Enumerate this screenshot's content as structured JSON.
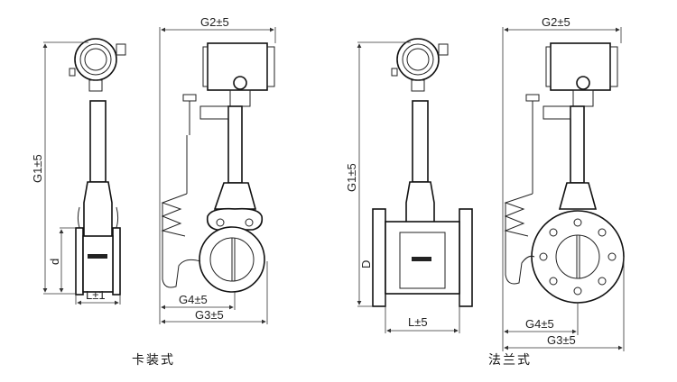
{
  "clamp": {
    "caption": "卡装式",
    "labels": {
      "g1": "G1±5",
      "g2": "G2±5",
      "g3": "G3±5",
      "g4": "G4±5",
      "diameter": "d",
      "length": "L±1"
    }
  },
  "flange": {
    "caption": "法兰式",
    "labels": {
      "g1": "G1±5",
      "g2": "G2±5",
      "g3": "G3±5",
      "g4": "G4±5",
      "diameter": "D",
      "length": "L±5"
    }
  }
}
